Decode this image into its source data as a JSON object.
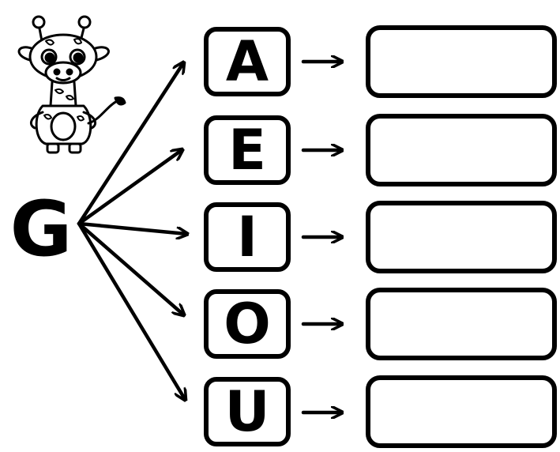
{
  "worksheet": {
    "consonant": "G",
    "vowels": [
      {
        "letter": "A"
      },
      {
        "letter": "E"
      },
      {
        "letter": "I"
      },
      {
        "letter": "O"
      },
      {
        "letter": "U"
      }
    ],
    "mascot_icon": "giraffe-icon",
    "ink_color": "#000000",
    "background_color": "#ffffff"
  }
}
